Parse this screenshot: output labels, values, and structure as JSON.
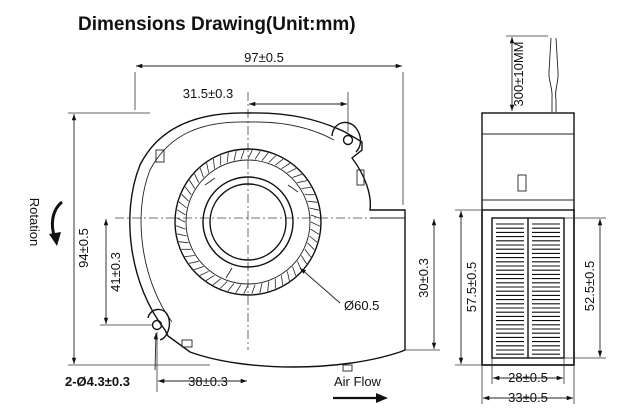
{
  "title": "Dimensions Drawing(Unit:mm)",
  "front_view": {
    "width": "97±0.5",
    "inlet_offset": "31.5±0.3",
    "height": "94±0.5",
    "hole_height": "41±0.3",
    "hole_spacing": "38±0.3",
    "outlet_height": "30±0.3",
    "inlet_diameter": "Ø60.5",
    "mount_holes": "2-Ø4.3±0.3",
    "rotation_label": "Rotation",
    "airflow_label": "Air Flow"
  },
  "side_view": {
    "cable_length": "300±10MM",
    "outlet_height": "57.5±0.5",
    "outlet_inner_height": "52.5±0.5",
    "outlet_inner_width": "28±0.5",
    "body_depth": "33±0.5"
  }
}
